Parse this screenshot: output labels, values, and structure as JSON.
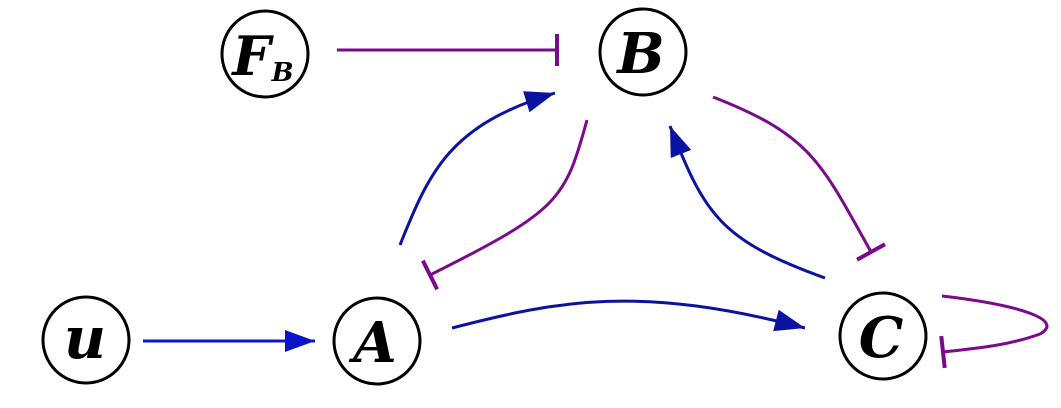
{
  "nodes": {
    "fb": {
      "label": "F",
      "subscript": "B"
    },
    "b": {
      "label": "B"
    },
    "u": {
      "label": "u"
    },
    "a": {
      "label": "A"
    },
    "c": {
      "label": "C"
    }
  },
  "edges": [
    {
      "id": "fb-inhibits-b",
      "from": "F_B",
      "to": "B",
      "type": "inhibition"
    },
    {
      "id": "u-activates-a",
      "from": "u",
      "to": "A",
      "type": "activation"
    },
    {
      "id": "a-activates-b",
      "from": "A",
      "to": "B",
      "type": "activation"
    },
    {
      "id": "b-inhibits-a",
      "from": "B",
      "to": "A",
      "type": "inhibition"
    },
    {
      "id": "a-activates-c",
      "from": "A",
      "to": "C",
      "type": "activation"
    },
    {
      "id": "c-activates-b",
      "from": "C",
      "to": "B",
      "type": "activation"
    },
    {
      "id": "b-inhibits-c",
      "from": "B",
      "to": "C",
      "type": "inhibition"
    },
    {
      "id": "c-inhibits-c",
      "from": "C",
      "to": "C",
      "type": "inhibition"
    }
  ],
  "colors": {
    "activation": "#0a14c8",
    "activation_dark": "#0a12a0",
    "inhibition": "#7a0a8c",
    "node_stroke": "#000000",
    "node_fill": "#ffffff"
  }
}
